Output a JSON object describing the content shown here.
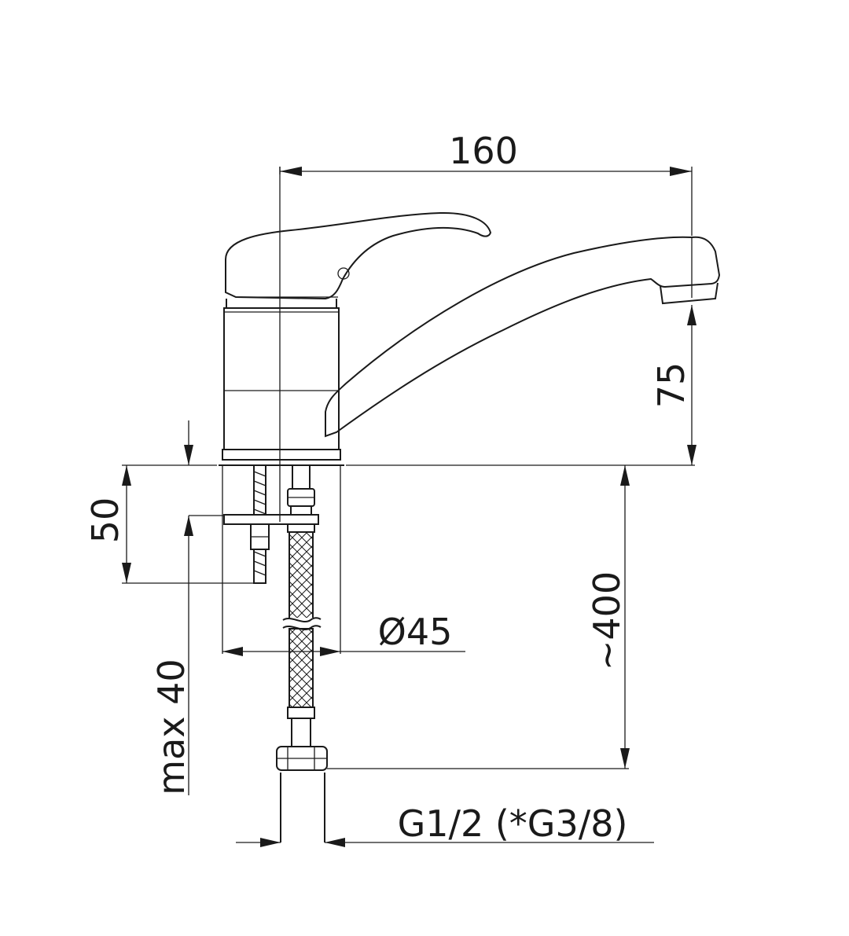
{
  "dimensions": {
    "spout_reach": "160",
    "spout_height": "75",
    "mount_thickness": "50",
    "max_counter_thickness": "max 40",
    "body_diameter": "Ø45",
    "hose_length": "~400",
    "connection_thread": "G1/2 (*G3/8)"
  }
}
